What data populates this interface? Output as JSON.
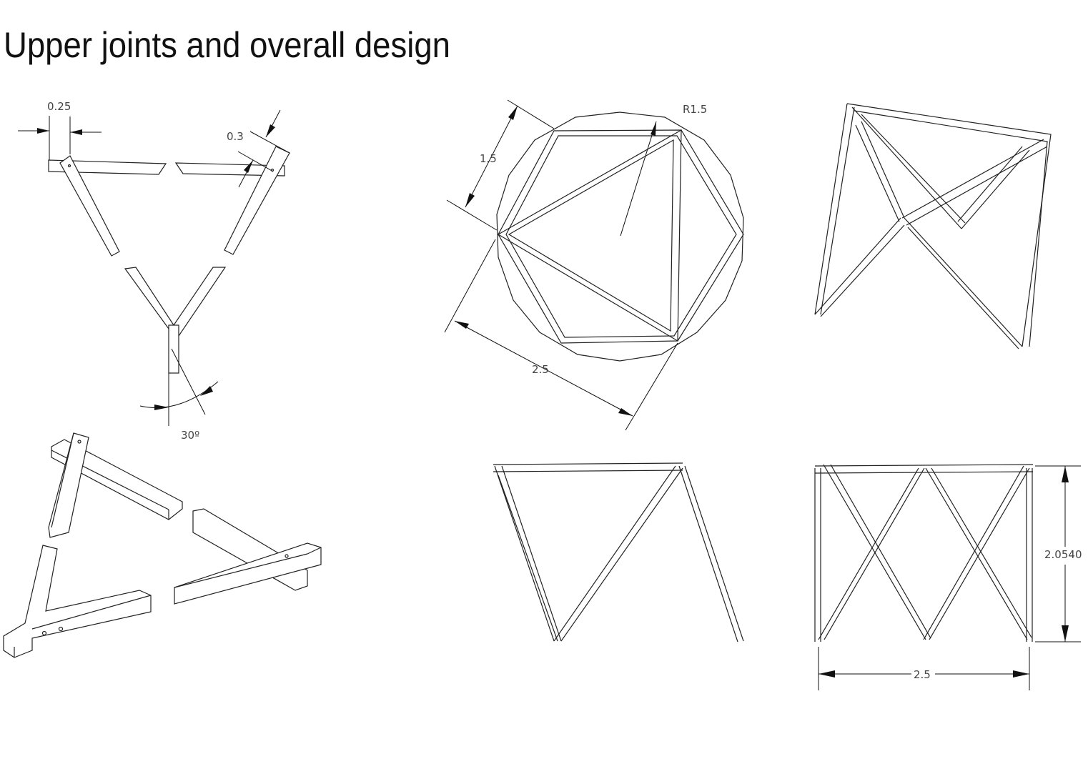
{
  "title": "Upper joints and overall design",
  "joint_detail": {
    "width_dim": "0.25",
    "thickness_dim": "0.3",
    "angle_dim": "30º"
  },
  "top_view": {
    "side_dim": "1.5",
    "radius_dim": "R1.5",
    "span_dim": "2.5"
  },
  "front_view": {
    "height_dim": "2.0540",
    "width_dim": "2.5"
  }
}
